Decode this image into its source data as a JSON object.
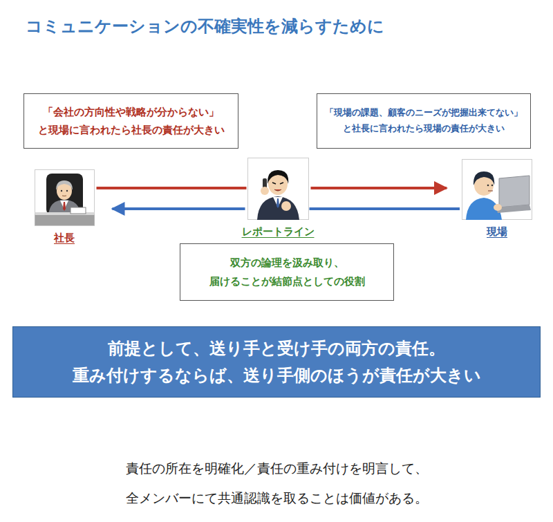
{
  "diagram": {
    "title": "コミュニケーションの不確実性を減らすために",
    "caption": "責任の所在を明確化／責任の重み付けを明言して、 全メンバーにて共通認識を取ることは価値がある。",
    "nodes": [
      {
        "text": [
          "「会社の方向性や戦略が分からない」 と現場に言われたら社長の責任が大きい"
        ]
      },
      {
        "text": [
          "「現場の課題、顧客のニーズが把握出来てない」 と社長に言われたら現場の責任が大きい"
        ]
      },
      {
        "text": [
          "社長"
        ]
      },
      {
        "text": [
          "レポートライン"
        ]
      },
      {
        "text": [
          "現場"
        ]
      },
      {
        "text": [
          "双方の論理を汲み取り、 届けることが結節点としての役割"
        ]
      },
      {
        "text": [
          "前提として、送り手と受け手の両方の責任。 重み付けするならば、送り手側のほうが責任が大きい"
        ]
      }
    ],
    "edges": [
      {
        "from": 2,
        "to": 3,
        "arrow": "none"
      },
      {
        "from": 3,
        "to": 4,
        "arrow": "to"
      },
      {
        "from": 4,
        "to": 3,
        "arrow": "none"
      },
      {
        "from": 3,
        "to": 2,
        "arrow": "to"
      }
    ]
  }
}
